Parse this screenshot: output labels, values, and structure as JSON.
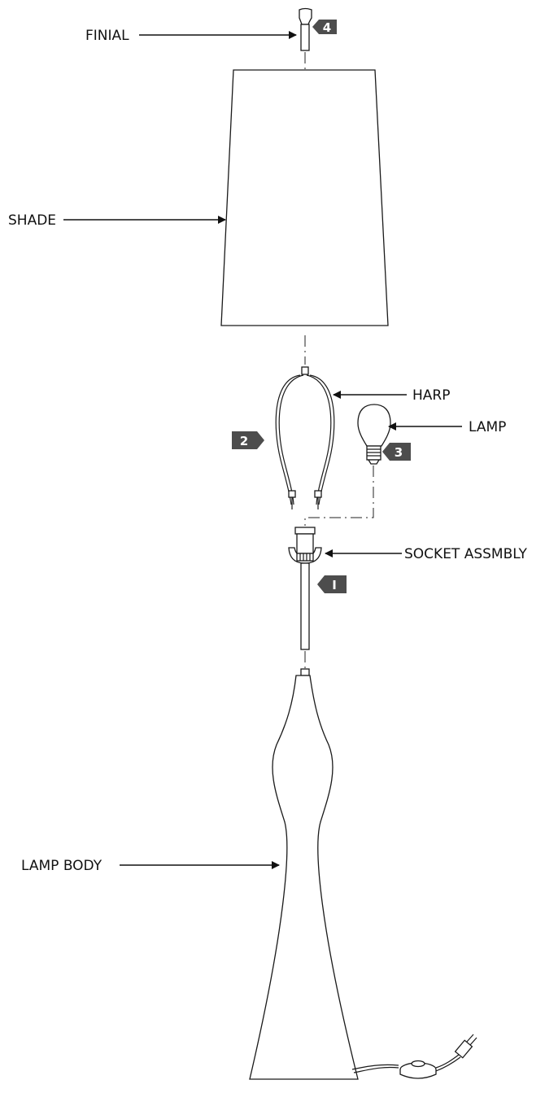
{
  "labels": {
    "finial": "FINIAL",
    "shade": "SHADE",
    "harp": "HARP",
    "lamp": "LAMP",
    "socket": "SOCKET ASSMBLY",
    "lamp_body": "LAMP BODY"
  },
  "steps": {
    "finial": "4",
    "harp": "2",
    "lamp": "3",
    "socket": "I"
  },
  "colors": {
    "badge": "#4d4d4d",
    "line": "#111111"
  }
}
